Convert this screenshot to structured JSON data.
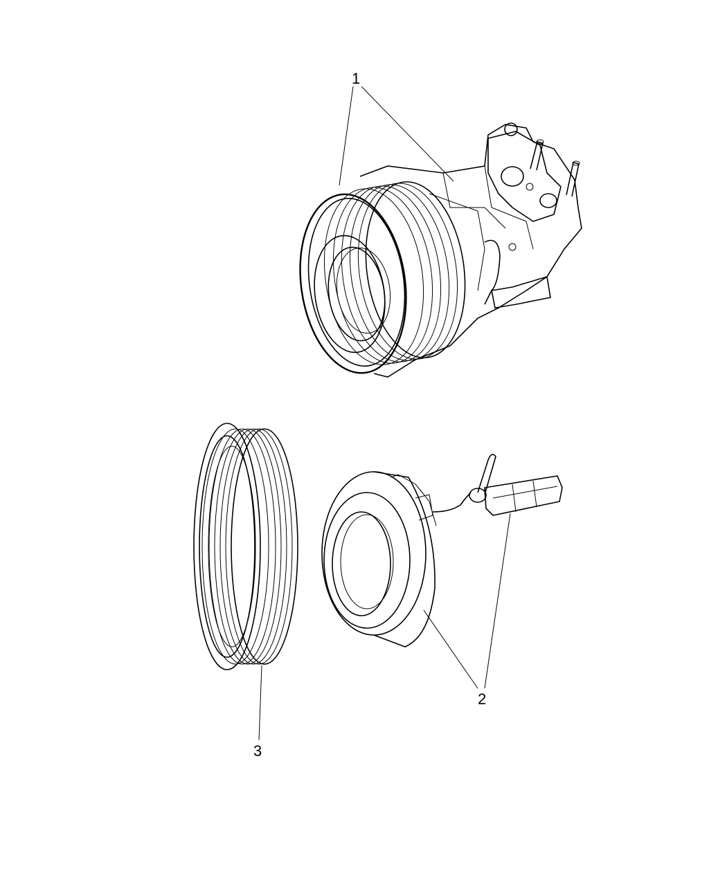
{
  "diagram": {
    "parts": [
      {
        "callout": "1",
        "name": "compressor-assembly"
      },
      {
        "callout": "2",
        "name": "clutch-coil"
      },
      {
        "callout": "3",
        "name": "pulley"
      }
    ]
  }
}
